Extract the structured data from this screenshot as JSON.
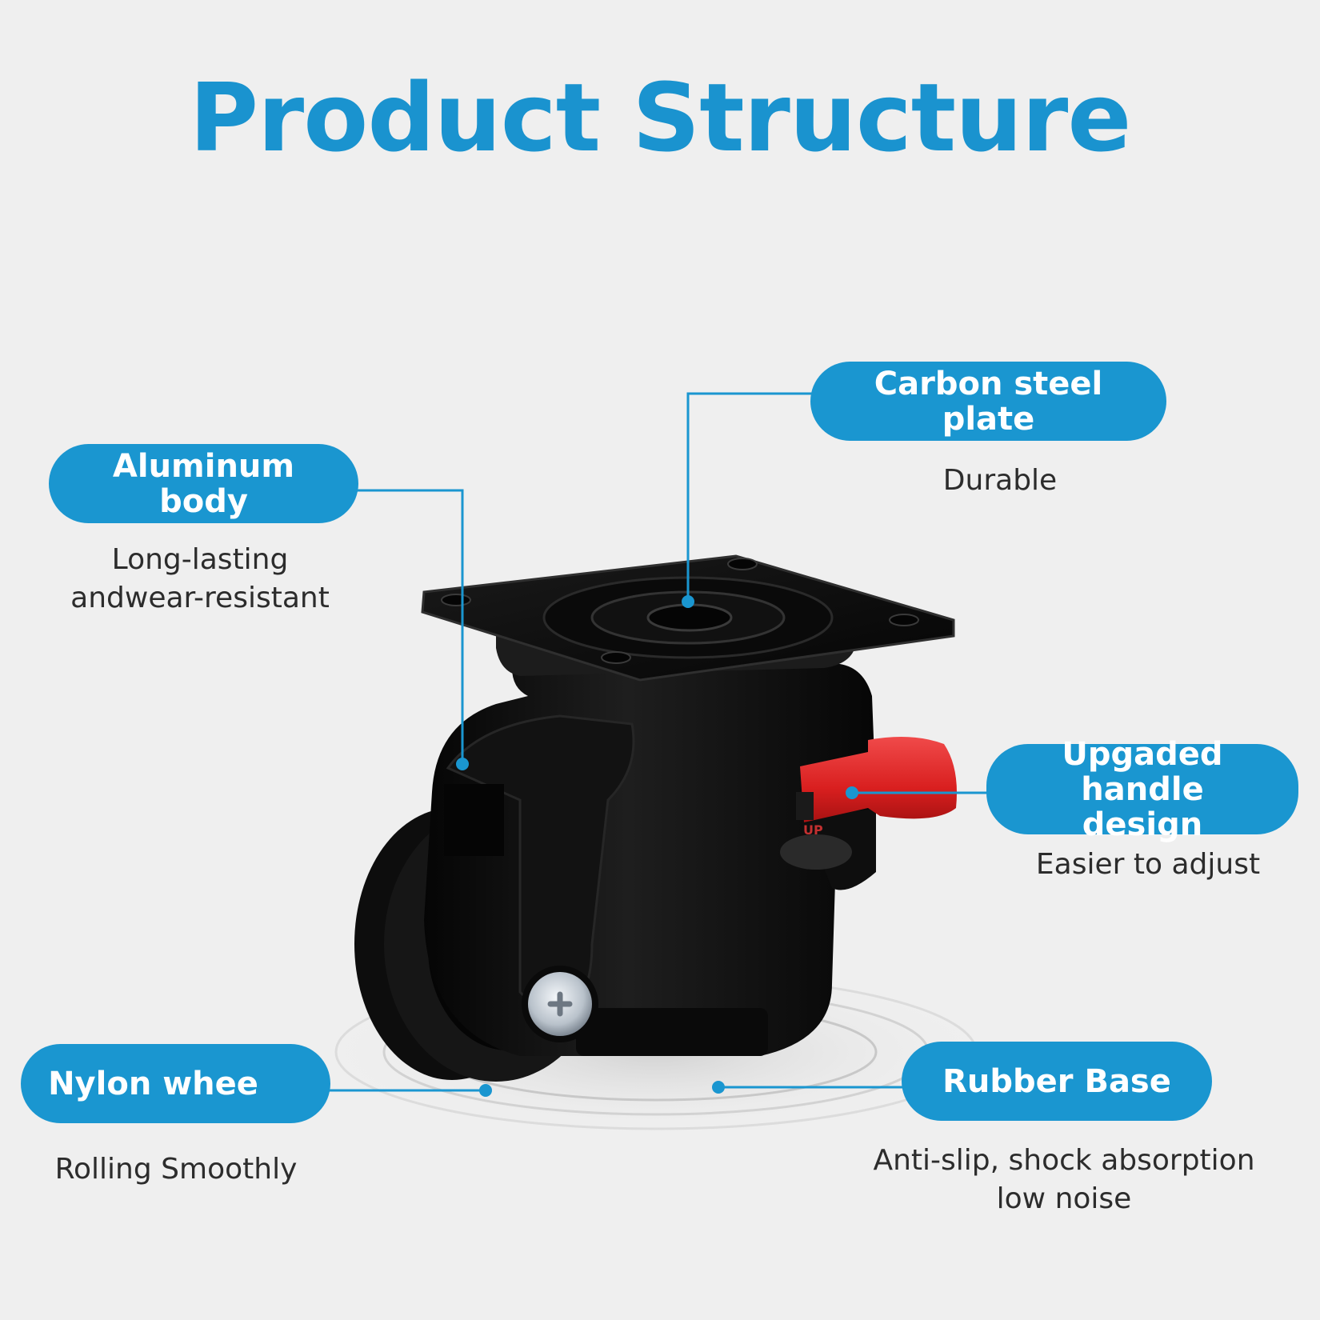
{
  "title": "Product Structure",
  "accent_color": "#1a96d0",
  "callouts": {
    "carbon": {
      "label": "Carbon steel plate",
      "desc": [
        "Durable"
      ]
    },
    "aluminum": {
      "label": "Aluminum body",
      "desc": [
        "Long-lasting",
        "andwear-resistant"
      ]
    },
    "handle": {
      "label": [
        "Upgaded handle",
        "design"
      ],
      "desc": [
        "Easier to adjust"
      ]
    },
    "nylon": {
      "label": "Nylon whee",
      "desc": [
        "Rolling Smoothly"
      ]
    },
    "rubber": {
      "label": "Rubber Base",
      "desc": [
        "Anti-slip, shock absorption",
        "low noise"
      ]
    }
  },
  "product_image": {
    "icon": "leveling-caster-wheel-image",
    "handle_marking": "UP",
    "colors": {
      "body": "#0b0b0b",
      "handle": "#e02525",
      "bolt": "#c8cfd6"
    }
  }
}
